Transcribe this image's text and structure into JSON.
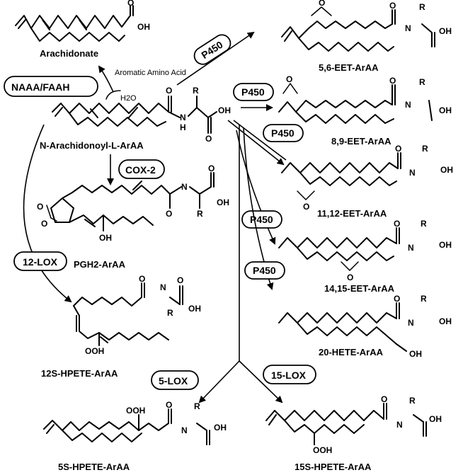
{
  "compounds": {
    "arachidonate": "Arachidonate",
    "substrate": "N-Arachidonoyl-L-ArAA",
    "eet56": "5,6-EET-ArAA",
    "eet89": "8,9-EET-ArAA",
    "eet1112": "11,12-EET-ArAA",
    "eet1415": "14,15-EET-ArAA",
    "hete20": "20-HETE-ArAA",
    "pgh2": "PGH2-ArAA",
    "hpete12": "12S-HPETE-ArAA",
    "hpete5": "5S-HPETE-ArAA",
    "hpete15": "15S-HPETE-ArAA"
  },
  "enzymes": {
    "naaa_faah": "NAAA/FAAH",
    "p450_a": "P450",
    "p450_b": "P450",
    "p450_c": "P450",
    "p450_d": "P450",
    "p450_e": "P450",
    "cox2": "COX-2",
    "lox12": "12-LOX",
    "lox5": "5-LOX",
    "lox15": "15-LOX"
  },
  "annotations": {
    "aromatic_amino_acid": "Aromatic Amino Acid",
    "water": "H2O"
  },
  "atoms": {
    "oh": "OH",
    "ooh": "OOH",
    "o": "O",
    "n": "N",
    "h": "H",
    "r": "R"
  }
}
